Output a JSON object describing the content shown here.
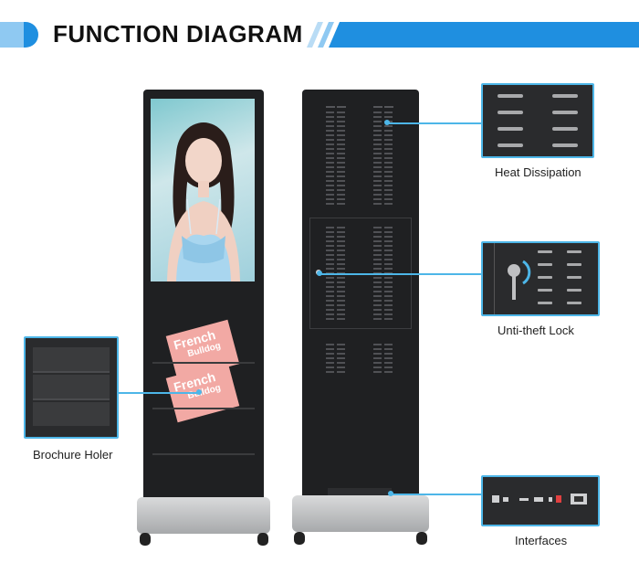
{
  "header": {
    "title": "FUNCTION DIAGRAM"
  },
  "labels": {
    "heat": "Heat Dissipation",
    "lock": "Unti-theft Lock",
    "interfaces": "Interfaces",
    "brochure": "Brochure Holer"
  },
  "magazine": {
    "line1": "French",
    "line2": "Bulldog"
  },
  "colors": {
    "accent": "#1f8fe0",
    "callout_border": "#4db6e8",
    "body": "#1f2022"
  }
}
